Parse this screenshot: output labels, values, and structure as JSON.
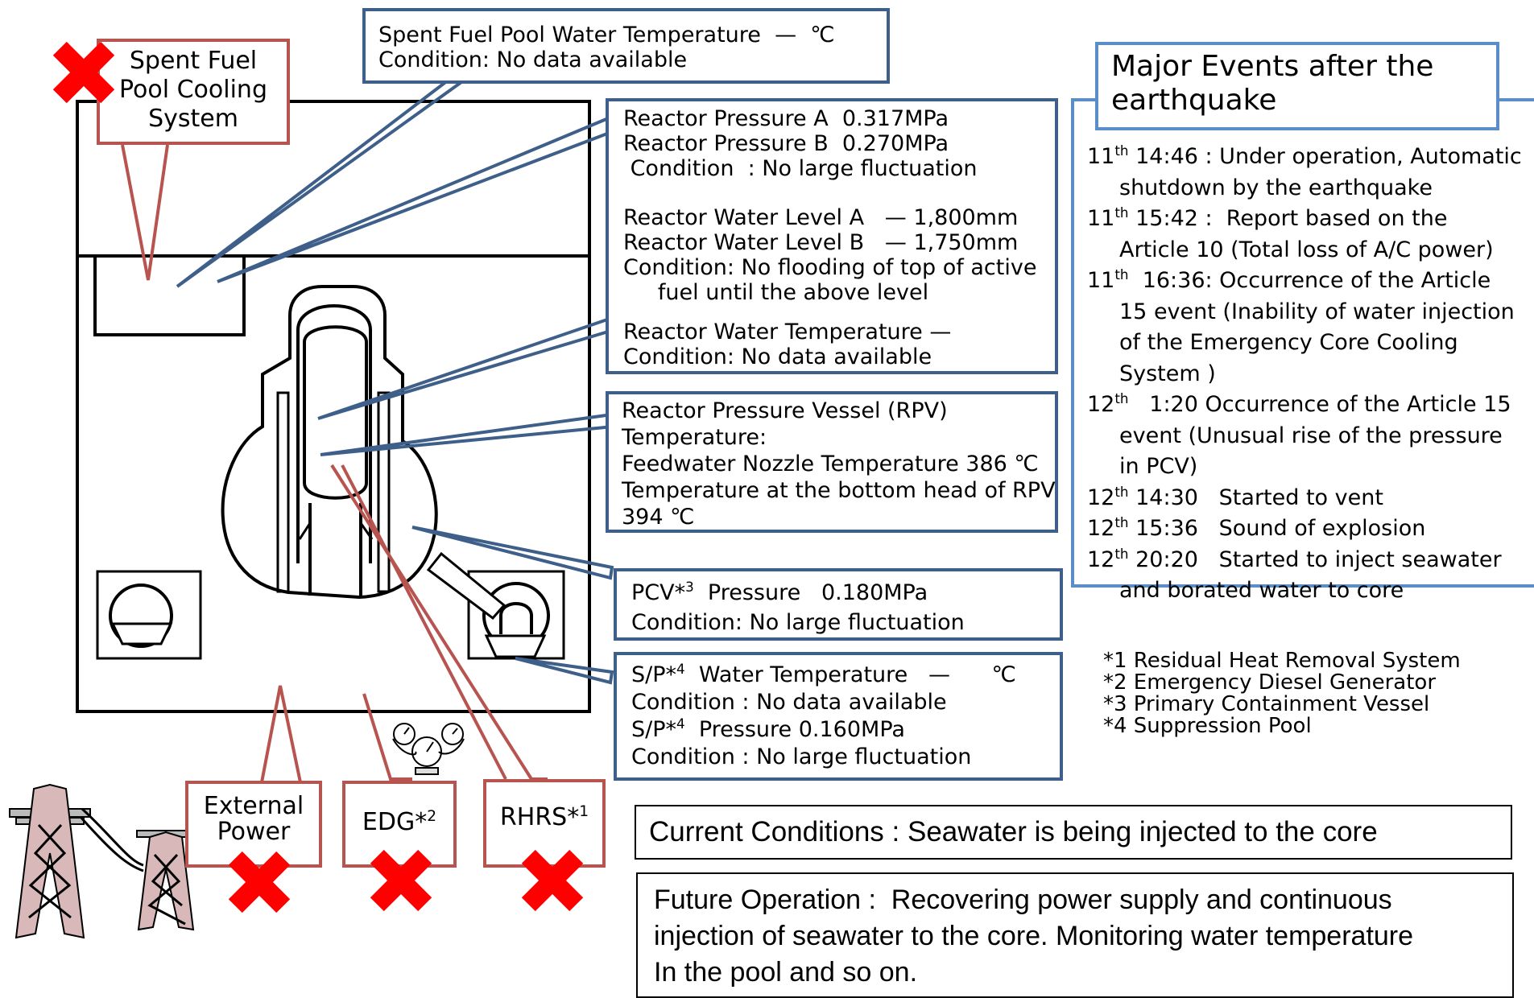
{
  "colors": {
    "callout_border": "#3e5f8a",
    "failure_border": "#b85450",
    "failure_mark": "#ff0000"
  },
  "failure_labels": {
    "spent_fuel_pool_cooling": [
      "Spent Fuel",
      "Pool Cooling",
      "System"
    ],
    "external_power": [
      "External",
      "Power"
    ],
    "edg": "EDG*",
    "edg_sup": "2",
    "rhrs": "RHRS*",
    "rhrs_sup": "1"
  },
  "spent_fuel_pool": {
    "line1": "Spent Fuel Pool Water Temperature  —  ℃",
    "line2": "Condition: No data available"
  },
  "reactor": {
    "pressure_a": "Reactor Pressure A  0.317MPa",
    "pressure_b": "Reactor Pressure B  0.270MPa",
    "pressure_condition": " Condition  : No large fluctuation",
    "water_level_a": "Reactor Water Level A   — 1,800mm",
    "water_level_b": "Reactor Water Level B   — 1,750mm",
    "water_level_condition": "Condition: No flooding of top of active",
    "water_level_condition2": "     fuel until the above level",
    "water_temp": "Reactor Water Temperature —",
    "water_temp_condition": "Condition: No data available"
  },
  "rpv": {
    "line1": "Reactor Pressure Vessel (RPV)",
    "line2": "Temperature:",
    "line3": "Feedwater Nozzle Temperature 386 ℃",
    "line4": "Temperature at the bottom head of RPV",
    "line5": "394 ℃"
  },
  "pcv": {
    "prefix": "PCV*",
    "sup": "3",
    "rest": "  Pressure   0.180MPa",
    "condition": "Condition: No large fluctuation"
  },
  "sp": {
    "prefix1": "S/P*",
    "sup1": "4",
    "rest1": "  Water Temperature   —      ℃",
    "condition1": "Condition : No data available",
    "prefix2": "S/P*",
    "sup2": "4",
    "rest2": "  Pressure 0.160MPa",
    "condition2": "Condition : No large fluctuation"
  },
  "major_events": {
    "title_line1": "Major Events after the",
    "title_line2": "earthquake",
    "items": [
      {
        "day": "11",
        "sup": "th",
        "text": " 14:46 : Under operation, Automatic shutdown by the earthquake"
      },
      {
        "day": "11",
        "sup": "th",
        "text": " 15:42 :  Report based on the Article 10 (Total loss of A/C power)"
      },
      {
        "day": "11",
        "sup": "th",
        "text": "  16:36: Occurrence of the Article 15 event (Inability of water injection of the Emergency Core Cooling System )"
      },
      {
        "day": "12",
        "sup": "th",
        "text": "   1:20 Occurrence of the Article 15 event (Unusual rise of the pressure in PCV)"
      },
      {
        "day": "12",
        "sup": "th",
        "text": " 14:30   Started to vent"
      },
      {
        "day": "12",
        "sup": "th",
        "text": " 15:36   Sound of explosion"
      },
      {
        "day": "12",
        "sup": "th",
        "text": " 20:20   Started to inject seawater and borated water to core"
      }
    ]
  },
  "footnotes": [
    "*1 Residual Heat Removal System",
    "*2 Emergency Diesel Generator",
    "*3 Primary Containment Vessel",
    "*4 Suppression Pool"
  ],
  "current_conditions": "Current Conditions : Seawater is being injected to the core",
  "future_operation": {
    "line1": "Future Operation :  Recovering power supply and continuous",
    "line2": "injection of seawater to the core. Monitoring water temperature",
    "line3": "In the pool and so on."
  }
}
